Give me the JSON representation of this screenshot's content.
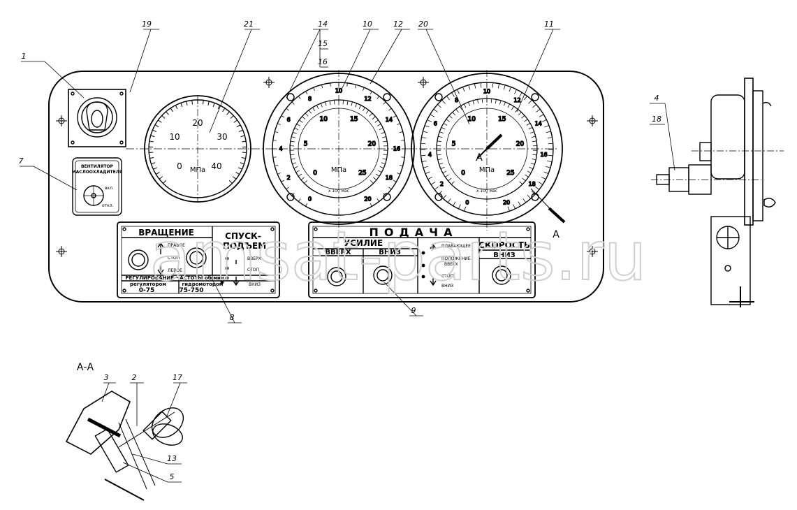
{
  "callouts": [
    "1",
    "19",
    "7",
    "21",
    "14",
    "15",
    "16",
    "10",
    "12",
    "20",
    "11",
    "4",
    "18",
    "8",
    "9",
    "3",
    "2",
    "17",
    "13",
    "5"
  ],
  "gauge_left": {
    "ticks": [
      "0",
      "10",
      "20",
      "30",
      "40"
    ],
    "unit": "МПа"
  },
  "gauge_center": {
    "outer_ticks": [
      "0",
      "2",
      "4",
      "6",
      "8",
      "10",
      "12",
      "14",
      "16",
      "18",
      "20"
    ],
    "inner_ticks": [
      "0",
      "5",
      "10",
      "15",
      "20",
      "25"
    ],
    "unit": "МПа",
    "subunit": "х 100 мас"
  },
  "gauge_right": {
    "outer_ticks": [
      "0",
      "2",
      "4",
      "6",
      "8",
      "10",
      "12",
      "14",
      "16",
      "18",
      "20"
    ],
    "inner_ticks": [
      "0",
      "5",
      "10",
      "15",
      "20",
      "25"
    ],
    "unit": "МПа",
    "subunit": "х 100 мас",
    "section_mark": "A"
  },
  "fan_switch": {
    "title_line1": "ВЕНТИЛЯТОР",
    "title_line2": "МАСЛООХЛАДИТЕЛЯ",
    "on_label": "вкл.",
    "off_label": "откл."
  },
  "panel8": {
    "rotation_title": "ВРАЩЕНИЕ",
    "rotation_right": "ПРАВОЕ",
    "rotation_stop": "СТОП",
    "rotation_left": "ЛЕВОЕ",
    "lift_title_line1": "СПУСК-",
    "lift_title_line2": "ПОДЪЕМ",
    "lift_up": "ВВЕРХ",
    "lift_stop": "СТОП",
    "lift_down": "ВНИЗ",
    "freq_title": "РЕГУЛИРОВАНИЕ ЧАСТОТЫ об/мин",
    "regulator_label": "регулятором",
    "regulator_range": "0-75",
    "motor_label": "гидромотором",
    "motor_range": "75-750"
  },
  "panel9": {
    "title": "ПОДАЧА",
    "force_title": "УСИЛИЕ",
    "force_up": "ВВЕРХ",
    "force_down": "ВНИЗ",
    "floating": "ПЛАВАЮЩЕЕ",
    "position_line1": "ПОЛОЖЕНИЕ",
    "position_line2": "ВВЕРХ",
    "stop": "СТОП",
    "down": "ВНИЗ",
    "speed_title": "СКОРОСТЬ",
    "speed_down": "ВНИЗ"
  },
  "section_title": "А-А",
  "section_mark": "A",
  "watermark": "amsat-parts.ru"
}
